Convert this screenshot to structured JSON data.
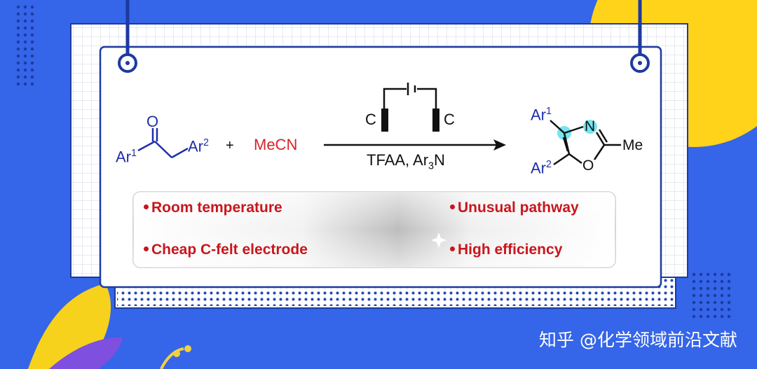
{
  "reaction": {
    "reactant_ar1": "Ar",
    "reactant_ar1_sup": "1",
    "reactant_ar2": "Ar",
    "reactant_ar2_sup": "2",
    "reactant_o": "O",
    "plus": "+",
    "mecn": "MeCN",
    "electrode_left": "C",
    "electrode_right": "C",
    "conditions_prefix": "TFAA, Ar",
    "conditions_sub": "3",
    "conditions_suffix": "N",
    "product_ar1": "Ar",
    "product_ar1_sup": "1",
    "product_ar2": "Ar",
    "product_ar2_sup": "2",
    "product_n": "N",
    "product_o": "O",
    "product_me": "Me"
  },
  "advantages": {
    "room_temperature": "Room temperature",
    "unusual_pathway": "Unusual pathway",
    "cheap_electrode": "Cheap C-felt electrode",
    "high_efficiency": "High efficiency"
  },
  "watermark": "知乎 @化学领域前沿文献",
  "colors": {
    "background": "#3565e8",
    "accent_yellow": "#ffd31a",
    "card_border": "#1d3aa0",
    "reactant_blue": "#1f2fa8",
    "reagent_red": "#d8232a",
    "highlight_cyan": "#5ee0ee"
  }
}
